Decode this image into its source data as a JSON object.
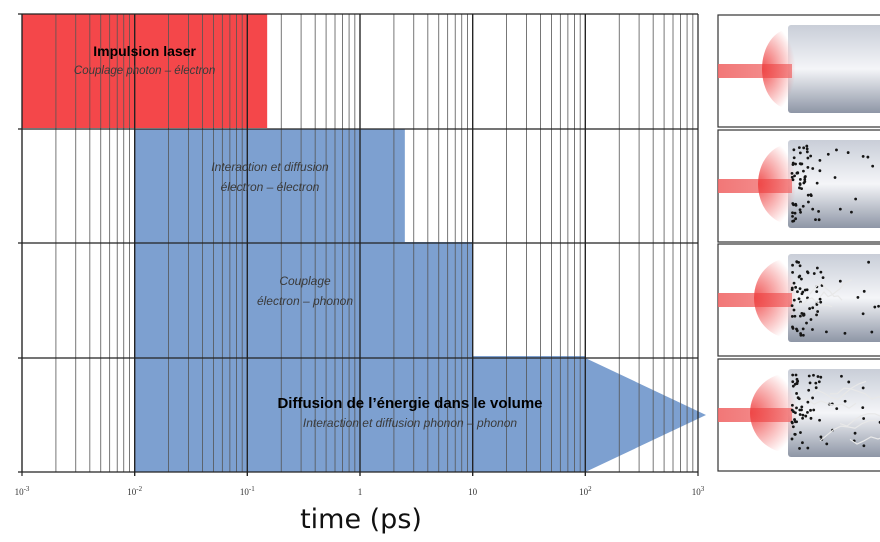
{
  "axis": {
    "title": "time (ps)",
    "ticks": [
      {
        "base": "10",
        "exp": "-3"
      },
      {
        "base": "10",
        "exp": "-2"
      },
      {
        "base": "10",
        "exp": "-1"
      },
      {
        "base": "1",
        "exp": ""
      },
      {
        "base": "10",
        "exp": ""
      },
      {
        "base": "10",
        "exp": "2"
      },
      {
        "base": "10",
        "exp": "3"
      }
    ],
    "scale": "log",
    "range": [
      0.001,
      1000
    ]
  },
  "processes": [
    {
      "id": "laser",
      "title": "Impulsion laser",
      "subtitle_lines": [
        "Couplage photon – électron"
      ],
      "start": 0.001,
      "end": 0.15,
      "color": "#f4474a"
    },
    {
      "id": "electron",
      "title": "",
      "subtitle_lines": [
        "Interaction et diffusion",
        "électron – électron"
      ],
      "start": 0.01,
      "end": 2.5,
      "color": "#7da0d0"
    },
    {
      "id": "phonon",
      "title": "",
      "subtitle_lines": [
        "Couplage",
        "électron – phonon"
      ],
      "start": 0.01,
      "end": 10,
      "color": "#7da0d0"
    },
    {
      "id": "volume",
      "title": "Diffusion de l’énergie dans le volume",
      "subtitle_lines": [
        "Interaction et diffusion phonon – phonon"
      ],
      "start": 0.01,
      "end": 100,
      "color": "#7da0d0",
      "arrow": true
    }
  ],
  "illustrations": [
    "laser-impact-illustration",
    "electron-scattering-illustration",
    "electron-phonon-illustration",
    "heat-diffusion-illustration"
  ]
}
